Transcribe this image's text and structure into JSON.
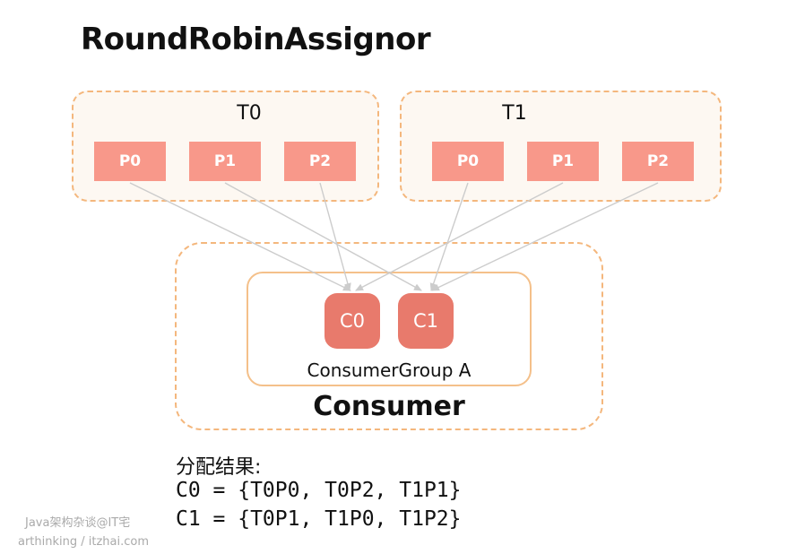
{
  "title": "RoundRobinAssignor",
  "topics": [
    {
      "label": "T0",
      "partitions": [
        "P0",
        "P1",
        "P2"
      ]
    },
    {
      "label": "T1",
      "partitions": [
        "P0",
        "P1",
        "P2"
      ]
    }
  ],
  "consumers": [
    "C0",
    "C1"
  ],
  "consumer_group_label": "ConsumerGroup A",
  "consumer_label": "Consumer",
  "result": {
    "heading": "分配结果:",
    "lines": [
      "C0 = {T0P0, T0P2, T1P1}",
      "C1 = {T0P1, T1P0, T1P2}"
    ]
  },
  "watermark": {
    "line1": "Java架构杂谈@IT宅",
    "line2": "arthinking / itzhai.com"
  },
  "colors": {
    "partition_fill": "#f8988a",
    "consumer_fill": "#e87a6c",
    "dashed_border": "#f4b77d",
    "arrow": "#cccccc"
  }
}
